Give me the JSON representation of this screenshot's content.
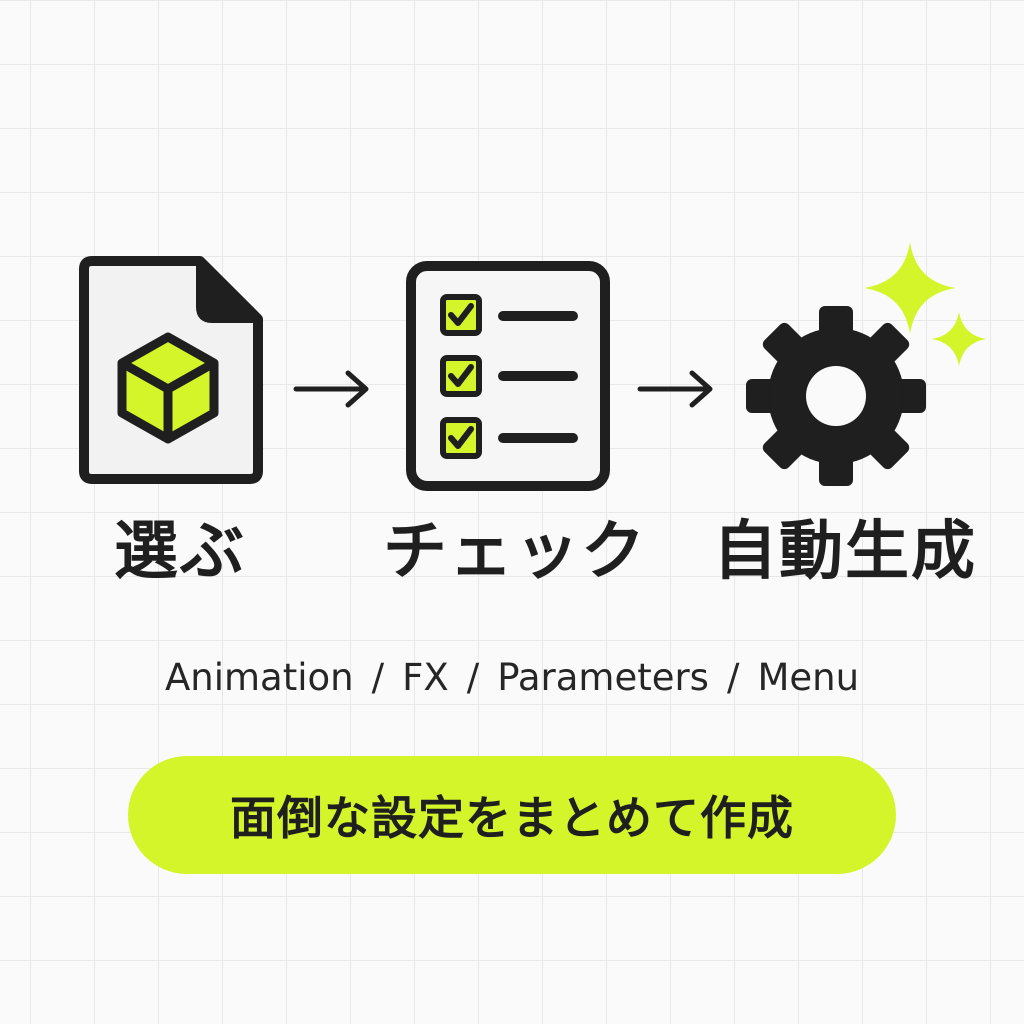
{
  "colors": {
    "accent": "#d4f52a",
    "ink": "#1f1f1f",
    "paper": "#f2f2f2",
    "background": "#fafafa",
    "grid": "#e8e8e8"
  },
  "steps": [
    {
      "label": "選ぶ",
      "icon": "file-cube-icon"
    },
    {
      "label": "チェック",
      "icon": "checklist-icon"
    },
    {
      "label": "自動生成",
      "icon": "gear-sparkle-icon"
    }
  ],
  "connectors": [
    "arrow-right-icon",
    "arrow-right-icon"
  ],
  "categories": [
    "Animation",
    "FX",
    "Parameters",
    "Menu"
  ],
  "category_separator": "/",
  "banner": {
    "text": "面倒な設定をまとめて作成"
  }
}
